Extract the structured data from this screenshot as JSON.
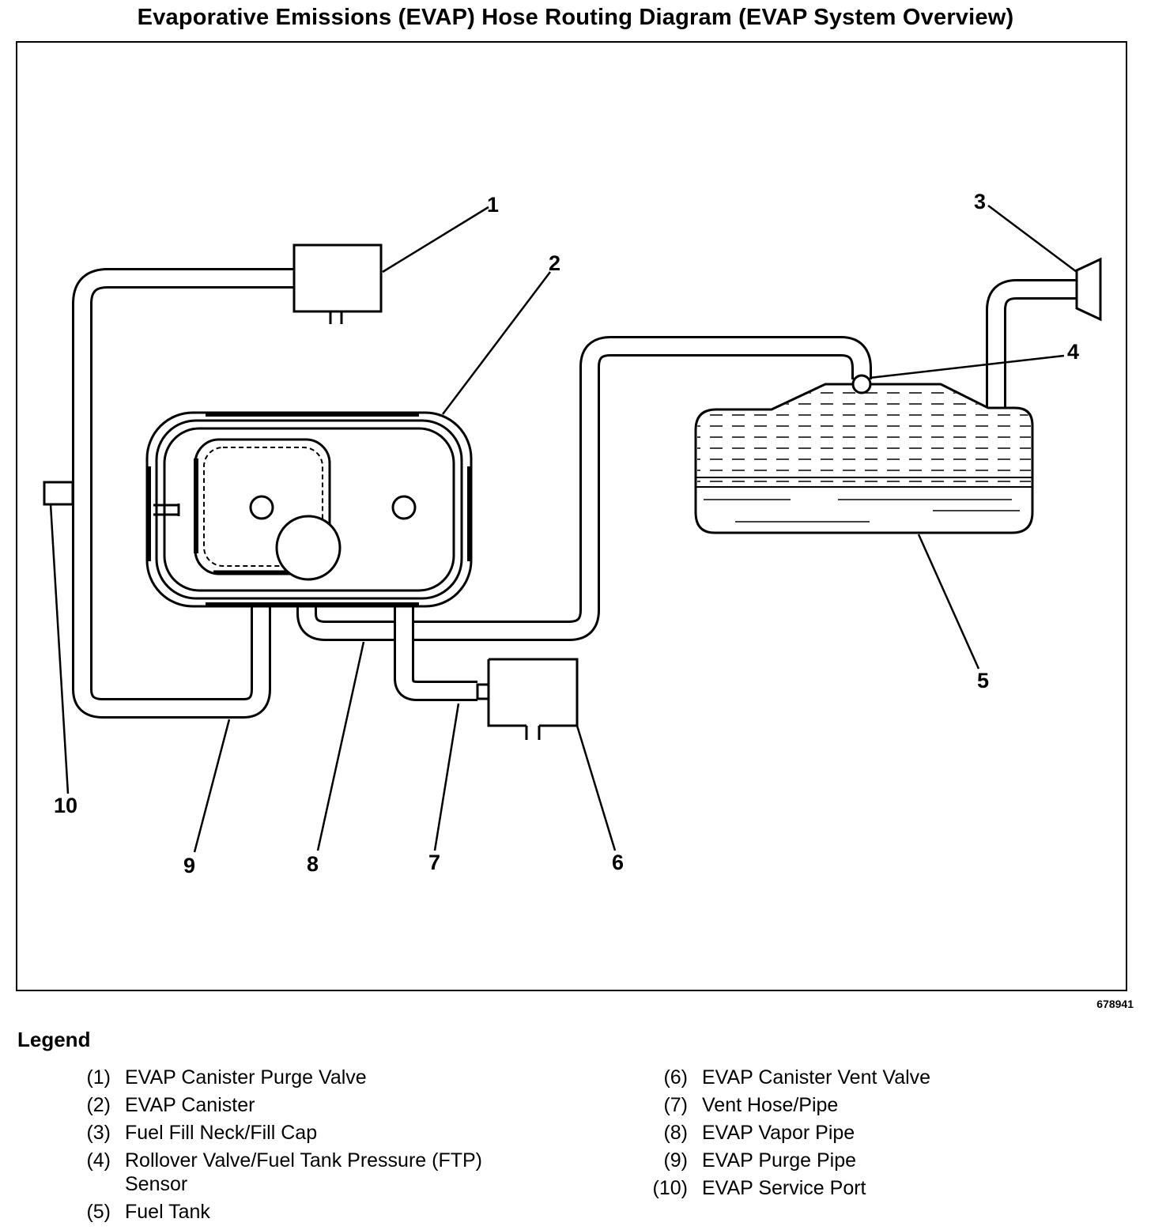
{
  "title": "Evaporative Emissions (EVAP) Hose Routing Diagram (EVAP System Overview)",
  "figure_id": "678941",
  "callouts": {
    "c1": "1",
    "c2": "2",
    "c3": "3",
    "c4": "4",
    "c5": "5",
    "c6": "6",
    "c7": "7",
    "c8": "8",
    "c9": "9",
    "c10": "10"
  },
  "legend": {
    "title": "Legend",
    "items": [
      {
        "num": "(1)",
        "desc": "EVAP Canister Purge Valve"
      },
      {
        "num": "(2)",
        "desc": "EVAP Canister"
      },
      {
        "num": "(3)",
        "desc": "Fuel Fill Neck/Fill Cap"
      },
      {
        "num": "(4)",
        "desc": "Rollover Valve/Fuel Tank Pressure (FTP) Sensor"
      },
      {
        "num": "(5)",
        "desc": "Fuel Tank"
      },
      {
        "num": "(6)",
        "desc": "EVAP Canister Vent Valve"
      },
      {
        "num": "(7)",
        "desc": "Vent Hose/Pipe"
      },
      {
        "num": "(8)",
        "desc": "EVAP Vapor Pipe"
      },
      {
        "num": "(9)",
        "desc": "EVAP Purge Pipe"
      },
      {
        "num": "(10)",
        "desc": "EVAP Service Port"
      }
    ]
  }
}
